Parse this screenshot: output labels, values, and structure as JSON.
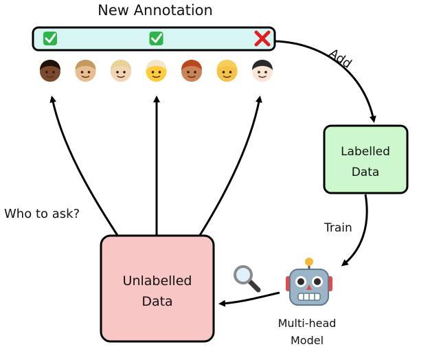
{
  "title": "New Annotation",
  "annotation_bar": {
    "marks": [
      {
        "slot": 1,
        "kind": "check",
        "color": "#2fb34a"
      },
      {
        "slot": 2,
        "kind": "empty"
      },
      {
        "slot": 3,
        "kind": "empty"
      },
      {
        "slot": 4,
        "kind": "check",
        "color": "#2fb34a"
      },
      {
        "slot": 5,
        "kind": "empty"
      },
      {
        "slot": 6,
        "kind": "empty"
      },
      {
        "slot": 7,
        "kind": "cross",
        "color": "#e02020"
      }
    ],
    "fill": "#d6f5f3"
  },
  "annotators": [
    {
      "icon": "annotator-face-icon",
      "skin": "#7a4a2c",
      "hair": "#1e120b"
    },
    {
      "icon": "annotator-face-icon",
      "skin": "#e8bd92",
      "hair": "#c49a5e"
    },
    {
      "icon": "annotator-face-icon",
      "skin": "#f2d6b4",
      "hair": "#e7d29a"
    },
    {
      "icon": "annotator-face-icon",
      "skin": "#ffcd3c",
      "hair": "#f3e6c7"
    },
    {
      "icon": "annotator-face-icon",
      "skin": "#c98357",
      "hair": "#b8471f"
    },
    {
      "icon": "annotator-face-icon",
      "skin": "#f6c24a",
      "hair": "#f5cf57"
    },
    {
      "icon": "annotator-face-icon",
      "skin": "#fbe5d6",
      "hair": "#2a2a2a"
    }
  ],
  "labels": {
    "add": "Add",
    "train": "Train",
    "who_to_ask": "Who to ask?"
  },
  "labelled_box": {
    "line1": "Labelled",
    "line2": "Data",
    "fill": "#cdf7cd"
  },
  "unlabelled_box": {
    "line1": "Unlabelled",
    "line2": "Data",
    "fill": "#f9c6c6"
  },
  "model": {
    "line1": "Multi-head",
    "line2": "Model",
    "icon": "robot-icon"
  },
  "search_icon": "magnifier-icon"
}
